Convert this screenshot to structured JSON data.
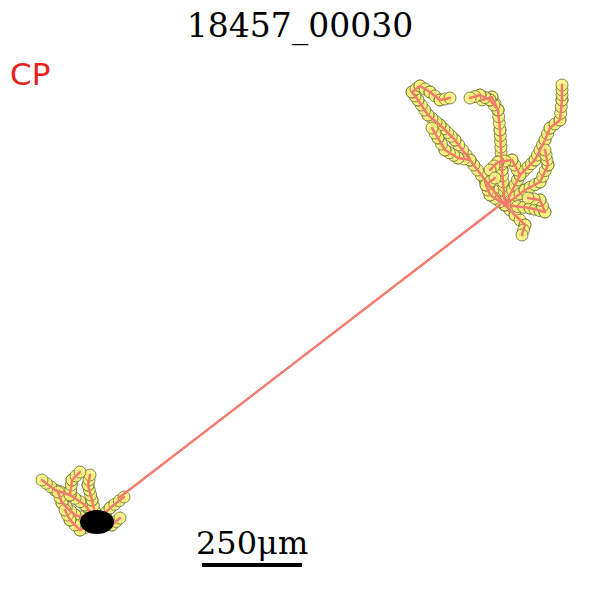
{
  "diagram": {
    "title": "18457_00030",
    "labels": [
      "CP",
      "250μm"
    ]
  }
}
